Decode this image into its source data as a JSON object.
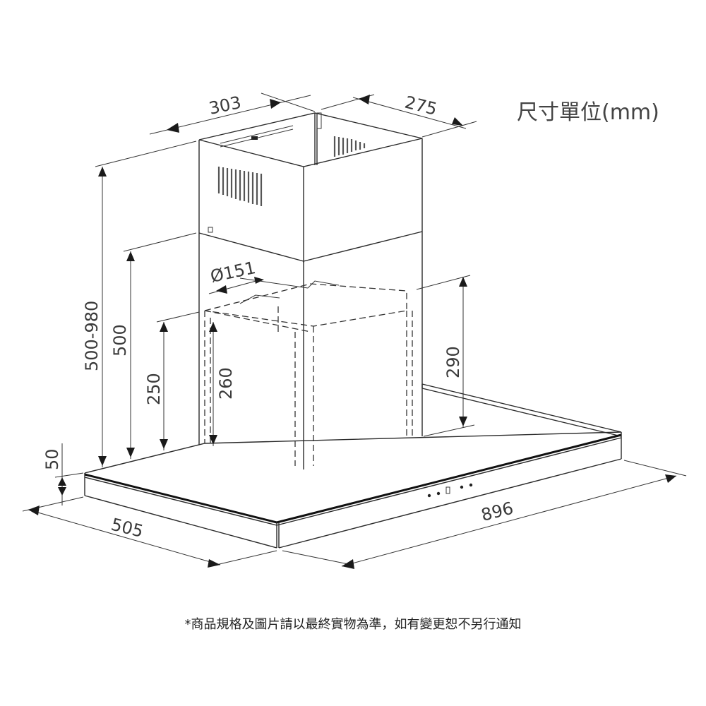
{
  "title": "Range hood dimension drawing",
  "unit_label": "尺寸單位(mm)",
  "note": "*商品規格及圖片請以最終實物為準，如有變更恕不另行通知",
  "dimensions": {
    "chimney_width": "303",
    "chimney_depth": "275",
    "duct_diameter": "Ø151",
    "total_height": "500-980",
    "lower_chimney": "500",
    "motor_left": "250",
    "motor_front": "260",
    "motor_right": "290",
    "canopy_thickness": "50",
    "canopy_depth": "505",
    "canopy_width": "896"
  },
  "control_panel": {
    "buttons": [
      "dot",
      "dot",
      "rect",
      "dot",
      "dot"
    ]
  },
  "colors": {
    "line": "#2a2a2a",
    "text": "#3a3a3a",
    "background": "#ffffff"
  }
}
